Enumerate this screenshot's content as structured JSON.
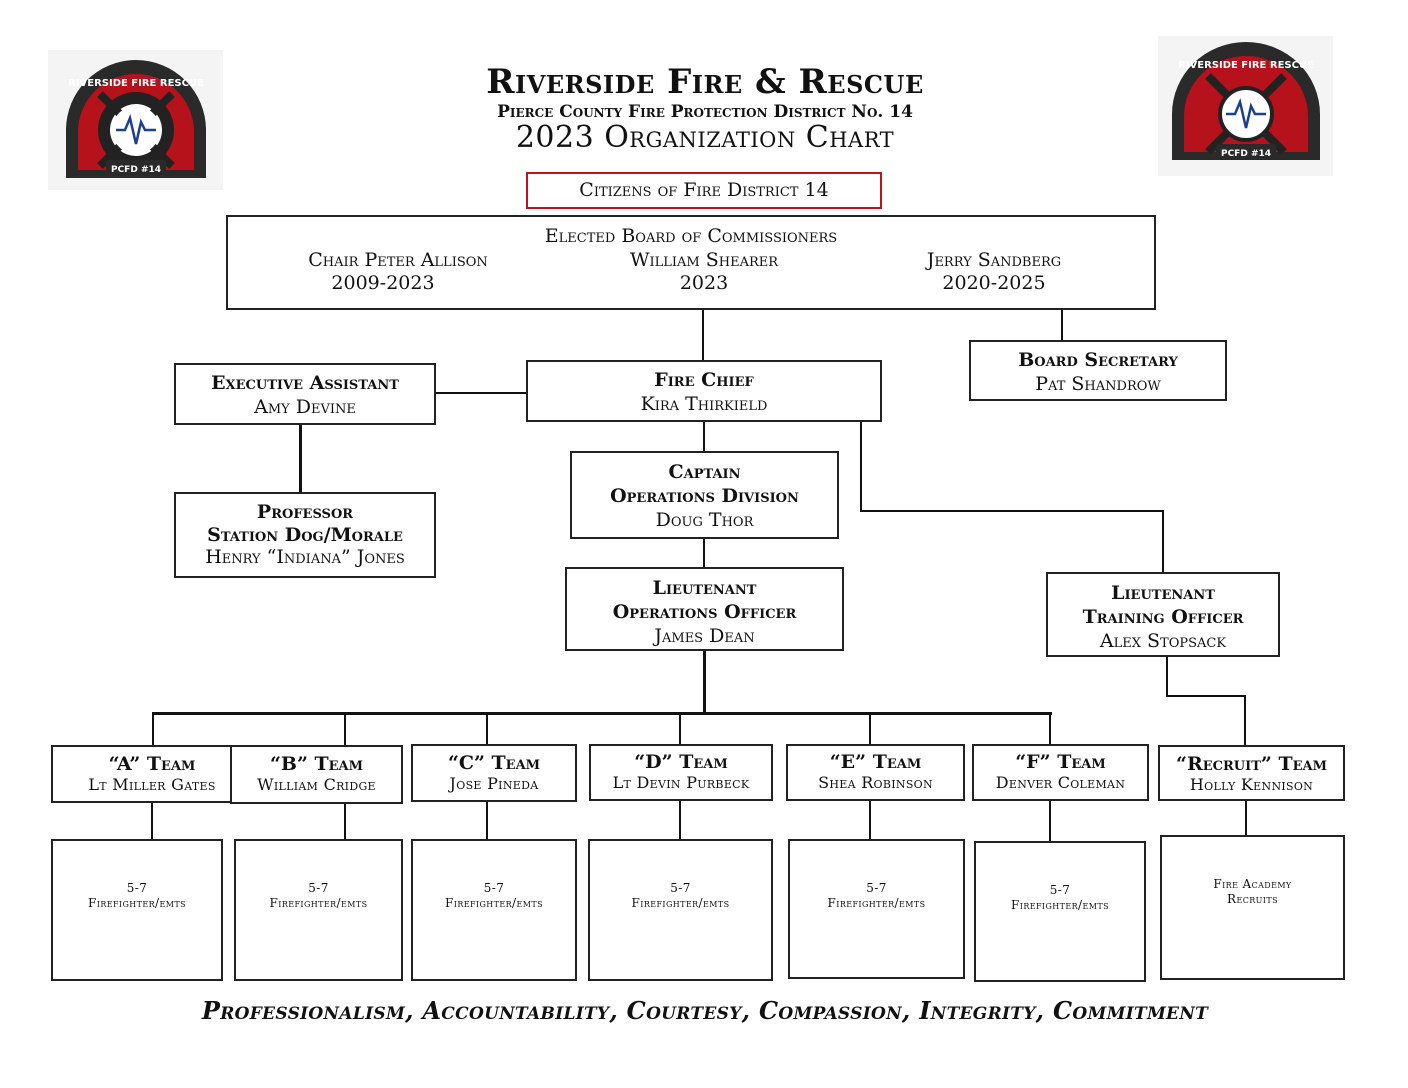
{
  "header": {
    "title": "Riverside Fire & Rescue",
    "subtitle": "Pierce County Fire Protection District No. 14",
    "chart_title": "2023 Organization Chart"
  },
  "logo": {
    "ring_text": "RIVERSIDE FIRE RESCUE",
    "bottom_text": "PCFD #14",
    "colors": {
      "red": "#b5121b",
      "dark": "#2a2a2a",
      "blue": "#1c3f94"
    }
  },
  "citizens": "Citizens of Fire District 14",
  "board": {
    "heading": "Elected Board of Commissioners",
    "members": [
      {
        "name": "Chair Peter Allison",
        "term": "2009-2023"
      },
      {
        "name": "William Shearer",
        "term": "2023"
      },
      {
        "name": "Jerry Sandberg",
        "term": "2020-2025"
      }
    ]
  },
  "board_secretary": {
    "title": "Board Secretary",
    "name": "Pat Shandrow"
  },
  "exec_assistant": {
    "title": "Executive Assistant",
    "name": "Amy Devine"
  },
  "fire_chief": {
    "title": "Fire Chief",
    "name": "Kira Thirkield"
  },
  "professor": {
    "title": "Professor",
    "role": "Station Dog/Morale",
    "name": "Henry “Indiana” Jones"
  },
  "captain": {
    "title": "Captain",
    "role": "Operations Division",
    "name": "Doug Thor"
  },
  "lt_ops": {
    "title": "Lieutenant",
    "role": "Operations Officer",
    "name": "James Dean"
  },
  "lt_training": {
    "title": "Lieutenant",
    "role": "Training Officer",
    "name": "Alex Stopsack"
  },
  "teams": [
    {
      "title": "“A” Team",
      "leader": "Lt Miller Gates",
      "crew_count": "5-7",
      "crew": "Firefighter/emts"
    },
    {
      "title": "“B” Team",
      "leader": "William Cridge",
      "crew_count": "5-7",
      "crew": "Firefighter/emts"
    },
    {
      "title": "“C” Team",
      "leader": "Jose Pineda",
      "crew_count": "5-7",
      "crew": "Firefighter/emts"
    },
    {
      "title": "“D” Team",
      "leader": "Lt Devin Purbeck",
      "crew_count": "5-7",
      "crew": "Firefighter/emts"
    },
    {
      "title": "“E” Team",
      "leader": "Shea Robinson",
      "crew_count": "5-7",
      "crew": "Firefighter/emts"
    },
    {
      "title": "“F” Team",
      "leader": "Denver Coleman",
      "crew_count": "5-7",
      "crew": "Firefighter/emts"
    },
    {
      "title": "“Recruit” Team",
      "leader": "Holly Kennison",
      "crew_line1": "Fire Academy",
      "crew_line2": "Recruits"
    }
  ],
  "motto": "Professionalism, Accountability, Courtesy, Compassion, Integrity, Commitment"
}
